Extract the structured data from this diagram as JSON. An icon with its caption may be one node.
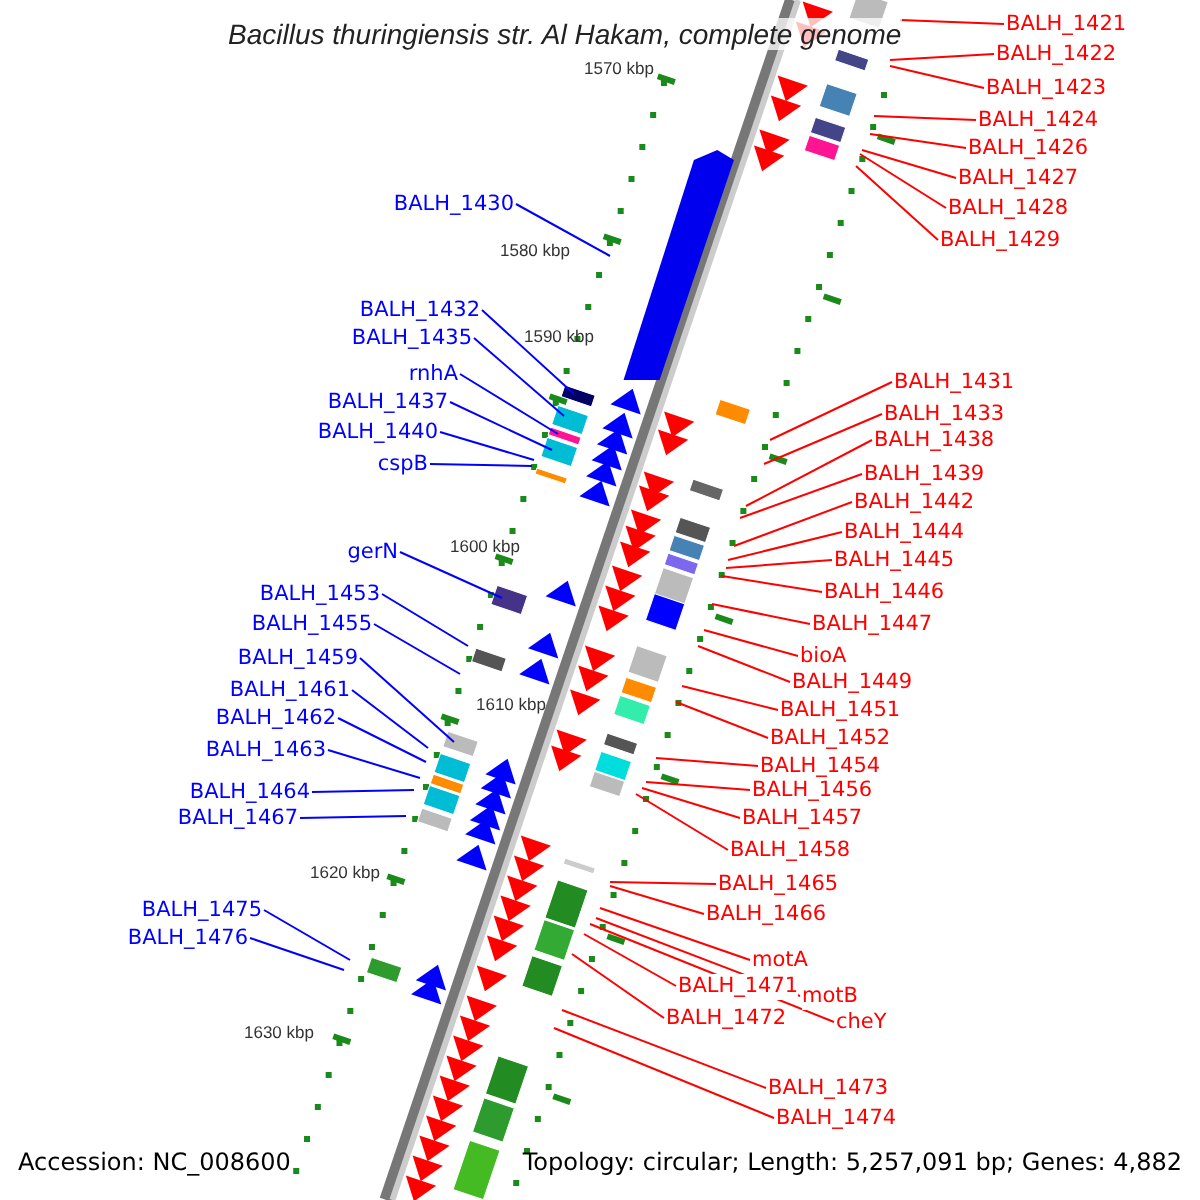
{
  "diagram": {
    "title": "Bacillus thuringiensis str. Al Hakam, complete genome",
    "nodes": [
      {
        "text": [
          "BALH_1421"
        ]
      },
      {
        "text": [
          "BALH_1422"
        ]
      },
      {
        "text": [
          "BALH_1423"
        ]
      },
      {
        "text": [
          "BALH_1424"
        ]
      },
      {
        "text": [
          "BALH_1426"
        ]
      },
      {
        "text": [
          "BALH_1427"
        ]
      },
      {
        "text": [
          "BALH_1430"
        ]
      },
      {
        "text": [
          "BALH_1428"
        ]
      },
      {
        "text": [
          "BALH_1429"
        ]
      },
      {
        "text": [
          "BALH_1432"
        ]
      },
      {
        "text": [
          "BALH_1435"
        ]
      },
      {
        "text": [
          "rnhA"
        ]
      },
      {
        "text": [
          "BALH_1431"
        ]
      },
      {
        "text": [
          "BALH_1437"
        ]
      },
      {
        "text": [
          "BALH_1433"
        ]
      },
      {
        "text": [
          "BALH_1440"
        ]
      },
      {
        "text": [
          "BALH_1438"
        ]
      },
      {
        "text": [
          "cspB"
        ]
      },
      {
        "text": [
          "BALH_1439"
        ]
      },
      {
        "text": [
          "BALH_1442"
        ]
      },
      {
        "text": [
          "BALH_1444"
        ]
      },
      {
        "text": [
          "gerN"
        ]
      },
      {
        "text": [
          "BALH_1445"
        ]
      },
      {
        "text": [
          "BALH_1446"
        ]
      },
      {
        "text": [
          "BALH_1453"
        ]
      },
      {
        "text": [
          "BALH_1455"
        ]
      },
      {
        "text": [
          "BALH_1447"
        ]
      },
      {
        "text": [
          "bioA"
        ]
      },
      {
        "text": [
          "BALH_1459"
        ]
      },
      {
        "text": [
          "BALH_1449"
        ]
      },
      {
        "text": [
          "BALH_1461"
        ]
      },
      {
        "text": [
          "BALH_1451"
        ]
      },
      {
        "text": [
          "BALH_1462"
        ]
      },
      {
        "text": [
          "BALH_1452"
        ]
      },
      {
        "text": [
          "BALH_1463"
        ]
      },
      {
        "text": [
          "BALH_1454"
        ]
      },
      {
        "text": [
          "BALH_1456"
        ]
      },
      {
        "text": [
          "BALH_1464"
        ]
      },
      {
        "text": [
          "BALH_1457"
        ]
      },
      {
        "text": [
          "BALH_1467"
        ]
      },
      {
        "text": [
          "BALH_1458"
        ]
      },
      {
        "text": [
          "BALH_1465"
        ]
      },
      {
        "text": [
          "BALH_1475"
        ]
      },
      {
        "text": [
          "BALH_1466"
        ]
      },
      {
        "text": [
          "BALH_1476"
        ]
      },
      {
        "text": [
          "motA"
        ]
      },
      {
        "text": [
          "BALH_1471"
        ]
      },
      {
        "text": [
          "motB"
        ]
      },
      {
        "text": [
          "cheY"
        ]
      },
      {
        "text": [
          "BALH_1472"
        ]
      },
      {
        "text": [
          "BALH_1473"
        ]
      },
      {
        "text": [
          "BALH_1474"
        ]
      }
    ],
    "edges": [
      {
        "from": 0,
        "to": null,
        "arrow": "none"
      },
      {
        "from": 1,
        "to": null,
        "arrow": "none"
      },
      {
        "from": 2,
        "to": null,
        "arrow": "none"
      },
      {
        "from": 3,
        "to": null,
        "arrow": "none"
      },
      {
        "from": 4,
        "to": null,
        "arrow": "none"
      },
      {
        "from": 5,
        "to": null,
        "arrow": "none"
      },
      {
        "from": 6,
        "to": null,
        "arrow": "none",
        "color": "#0000ff"
      },
      {
        "from": 7,
        "to": null,
        "arrow": "none"
      },
      {
        "from": 8,
        "to": null,
        "arrow": "none"
      },
      {
        "from": 9,
        "to": null,
        "arrow": "none",
        "color": "#0000ff"
      },
      {
        "from": 10,
        "to": null,
        "arrow": "none",
        "color": "#0000ff"
      },
      {
        "from": 11,
        "to": null,
        "arrow": "none",
        "color": "#0000ff"
      },
      {
        "from": 12,
        "to": null,
        "arrow": "none"
      },
      {
        "from": 13,
        "to": null,
        "arrow": "none",
        "color": "#0000ff"
      },
      {
        "from": 14,
        "to": null,
        "arrow": "none"
      },
      {
        "from": 15,
        "to": null,
        "arrow": "none",
        "color": "#0000ff"
      },
      {
        "from": 16,
        "to": null,
        "arrow": "none"
      },
      {
        "from": 17,
        "to": null,
        "arrow": "none",
        "color": "#0000ff"
      },
      {
        "from": 18,
        "to": null,
        "arrow": "none"
      },
      {
        "from": 19,
        "to": null,
        "arrow": "none"
      },
      {
        "from": 20,
        "to": null,
        "arrow": "none"
      },
      {
        "from": 21,
        "to": null,
        "arrow": "none",
        "color": "#0000ff"
      },
      {
        "from": 22,
        "to": null,
        "arrow": "none"
      },
      {
        "from": 23,
        "to": null,
        "arrow": "none"
      },
      {
        "from": 24,
        "to": null,
        "arrow": "none",
        "color": "#0000ff"
      },
      {
        "from": 25,
        "to": null,
        "arrow": "none",
        "color": "#0000ff"
      },
      {
        "from": 26,
        "to": null,
        "arrow": "none"
      },
      {
        "from": 27,
        "to": null,
        "arrow": "none"
      },
      {
        "from": 28,
        "to": null,
        "arrow": "none",
        "color": "#0000ff"
      },
      {
        "from": 29,
        "to": null,
        "arrow": "none"
      },
      {
        "from": 30,
        "to": null,
        "arrow": "none",
        "color": "#0000ff"
      },
      {
        "from": 31,
        "to": null,
        "arrow": "none"
      },
      {
        "from": 32,
        "to": null,
        "arrow": "none",
        "color": "#0000ff"
      },
      {
        "from": 33,
        "to": null,
        "arrow": "none"
      },
      {
        "from": 34,
        "to": null,
        "arrow": "none",
        "color": "#0000ff"
      },
      {
        "from": 35,
        "to": null,
        "arrow": "none"
      },
      {
        "from": 36,
        "to": null,
        "arrow": "none"
      },
      {
        "from": 37,
        "to": null,
        "arrow": "none",
        "color": "#0000ff"
      },
      {
        "from": 38,
        "to": null,
        "arrow": "none"
      },
      {
        "from": 39,
        "to": null,
        "arrow": "none",
        "color": "#0000ff"
      },
      {
        "from": 40,
        "to": null,
        "arrow": "none"
      },
      {
        "from": 41,
        "to": null,
        "arrow": "none"
      },
      {
        "from": 42,
        "to": null,
        "arrow": "none",
        "color": "#0000ff"
      },
      {
        "from": 43,
        "to": null,
        "arrow": "none"
      },
      {
        "from": 44,
        "to": null,
        "arrow": "none",
        "color": "#0000ff"
      },
      {
        "from": 45,
        "to": null,
        "arrow": "none"
      },
      {
        "from": 46,
        "to": null,
        "arrow": "none"
      },
      {
        "from": 47,
        "to": null,
        "arrow": "none"
      },
      {
        "from": 48,
        "to": null,
        "arrow": "none"
      },
      {
        "from": 49,
        "to": null,
        "arrow": "none"
      },
      {
        "from": 50,
        "to": null,
        "arrow": "none"
      },
      {
        "from": 51,
        "to": null,
        "arrow": "none"
      }
    ],
    "labels": [
      "1570 kbp",
      "1580 kbp",
      "1590 kbp",
      "1600 kbp",
      "1610 kbp",
      "1620 kbp",
      "1630 kbp",
      "Accession: NC_008600",
      "Topology: circular; Length: 5,257,091 bp; Genes: 4,882"
    ]
  }
}
